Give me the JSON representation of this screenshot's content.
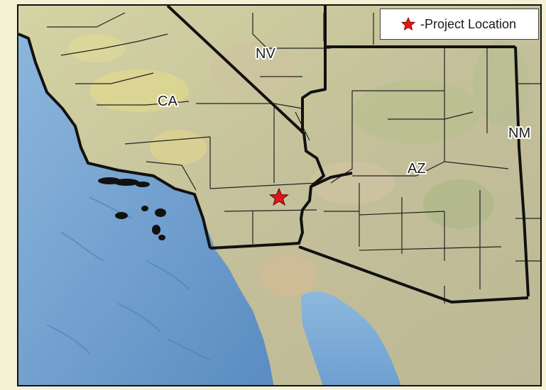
{
  "map": {
    "labels": {
      "ca": "CA",
      "nv": "NV",
      "az": "AZ",
      "nm": "NM"
    },
    "legend": {
      "text": "-Project Location",
      "icon": "star-icon",
      "star_color": "#e0161b"
    },
    "colors": {
      "ocean": "#7aa8d0",
      "ocean_deep": "#5f90c4",
      "land": "#c8c8a0",
      "land_highlight": "#e7dc8e",
      "boundary": "#111111"
    }
  }
}
